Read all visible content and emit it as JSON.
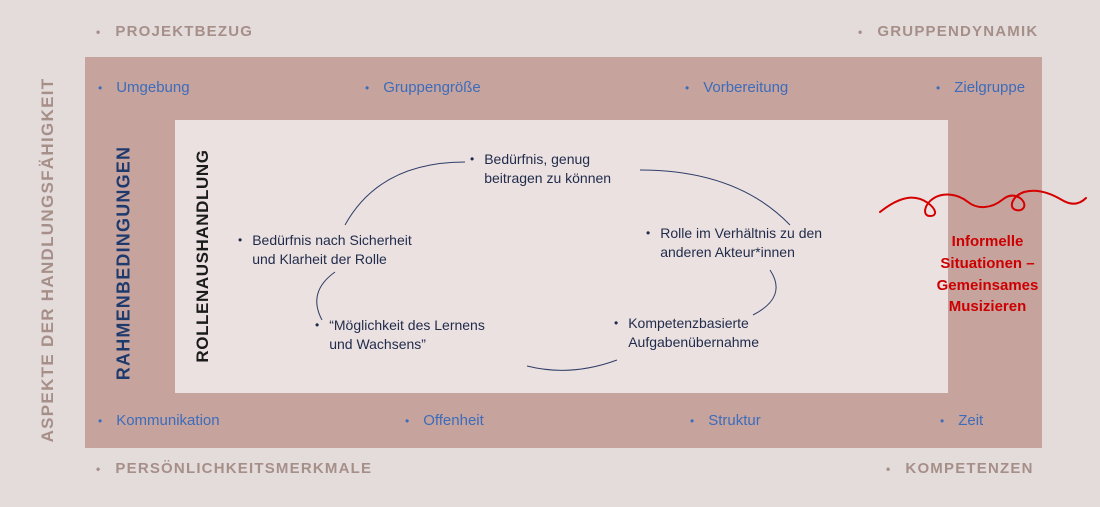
{
  "glyphs": {
    "bullet": "•"
  },
  "colors": {
    "outer_background": "#e3dcdb",
    "frame_background": "#c7a39e",
    "inner_background": "#ece1e1",
    "blue_label": "#3c6cba",
    "navy_text": "#1f2b4a",
    "dark_text": "#1b1b1b",
    "muted_label": "#a78f89",
    "red_accent": "#cc0000"
  },
  "outer_labels": {
    "left_vertical": "ASPEKTE DER HANDLUNGSFÄHIGKEIT",
    "top_left": "PROJEKTBEZUG",
    "top_right": "GRUPPENDYNAMIK",
    "bottom_left": "PERSÖNLICHKEITSMERKMALE",
    "bottom_right": "KOMPETENZEN"
  },
  "frame": {
    "vertical_label": "RAHMENBEDINGUNGEN",
    "top_items": [
      "Umgebung",
      "Gruppengröße",
      "Vorbereitung",
      "Zielgruppe"
    ],
    "bottom_items": [
      "Kommunikation",
      "Offenheit",
      "Struktur",
      "Zeit"
    ]
  },
  "inner": {
    "vertical_label": "ROLLENAUSHANDLUNG",
    "cycle_items": [
      {
        "position": "top",
        "text": "Bedürfnis, genug\nbeitragen zu können"
      },
      {
        "position": "left",
        "text": "Bedürfnis nach Sicherheit\nund Klarheit der Rolle"
      },
      {
        "position": "right",
        "text": "Rolle im Verhältnis zu den\nanderen Akteur*innen"
      },
      {
        "position": "bottom-left",
        "text": "“Möglichkeit des Lernens\nund Wachsens”"
      },
      {
        "position": "bottom-right",
        "text": "Kompetenzbasierte\nAufgabenübernahme"
      }
    ]
  },
  "annotation": {
    "text": "Informelle\nSituationen –\nGemeinsames\nMusizieren"
  }
}
